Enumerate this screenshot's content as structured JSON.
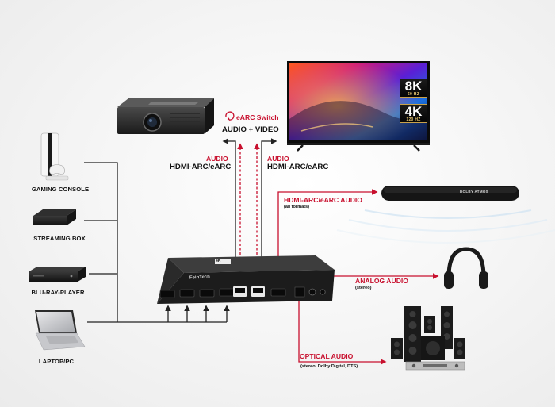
{
  "labels": {
    "earc_switch": "eARC Switch",
    "audio_video": "AUDIO + VIDEO",
    "audio_left": "AUDIO",
    "hdmi_arc_left": "HDMI-ARC/eARC",
    "audio_right": "AUDIO",
    "hdmi_arc_right": "HDMI-ARC/eARC",
    "hdmi_arc_audio": "HDMI-ARC/eARC AUDIO",
    "all_formats": "(all formats)",
    "analog_audio": "ANALOG AUDIO",
    "analog_stereo": "(stereo)",
    "optical_audio": "OPTICAL AUDIO",
    "optical_formats": "(stereo, Dolby Digital, DTS)"
  },
  "sources": {
    "gaming_console": "GAMING CONSOLE",
    "streaming_box": "STREAMING BOX",
    "bluray_player": "BLU-RAY-PLAYER",
    "laptop_pc": "LAPTOP/PC"
  },
  "tv": {
    "badge_8k": "8K",
    "badge_8k_hz": "60 HZ",
    "badge_4k": "4K",
    "badge_4k_hz": "120 HZ"
  },
  "soundbar": {
    "logo": "DOLBY ATMOS"
  },
  "switch_box": {
    "brand": "FeinTech",
    "badge": "4K"
  },
  "colors": {
    "accent_red": "#c8102e",
    "line_dark": "#222222",
    "device_dark": "#1c1c1c"
  }
}
